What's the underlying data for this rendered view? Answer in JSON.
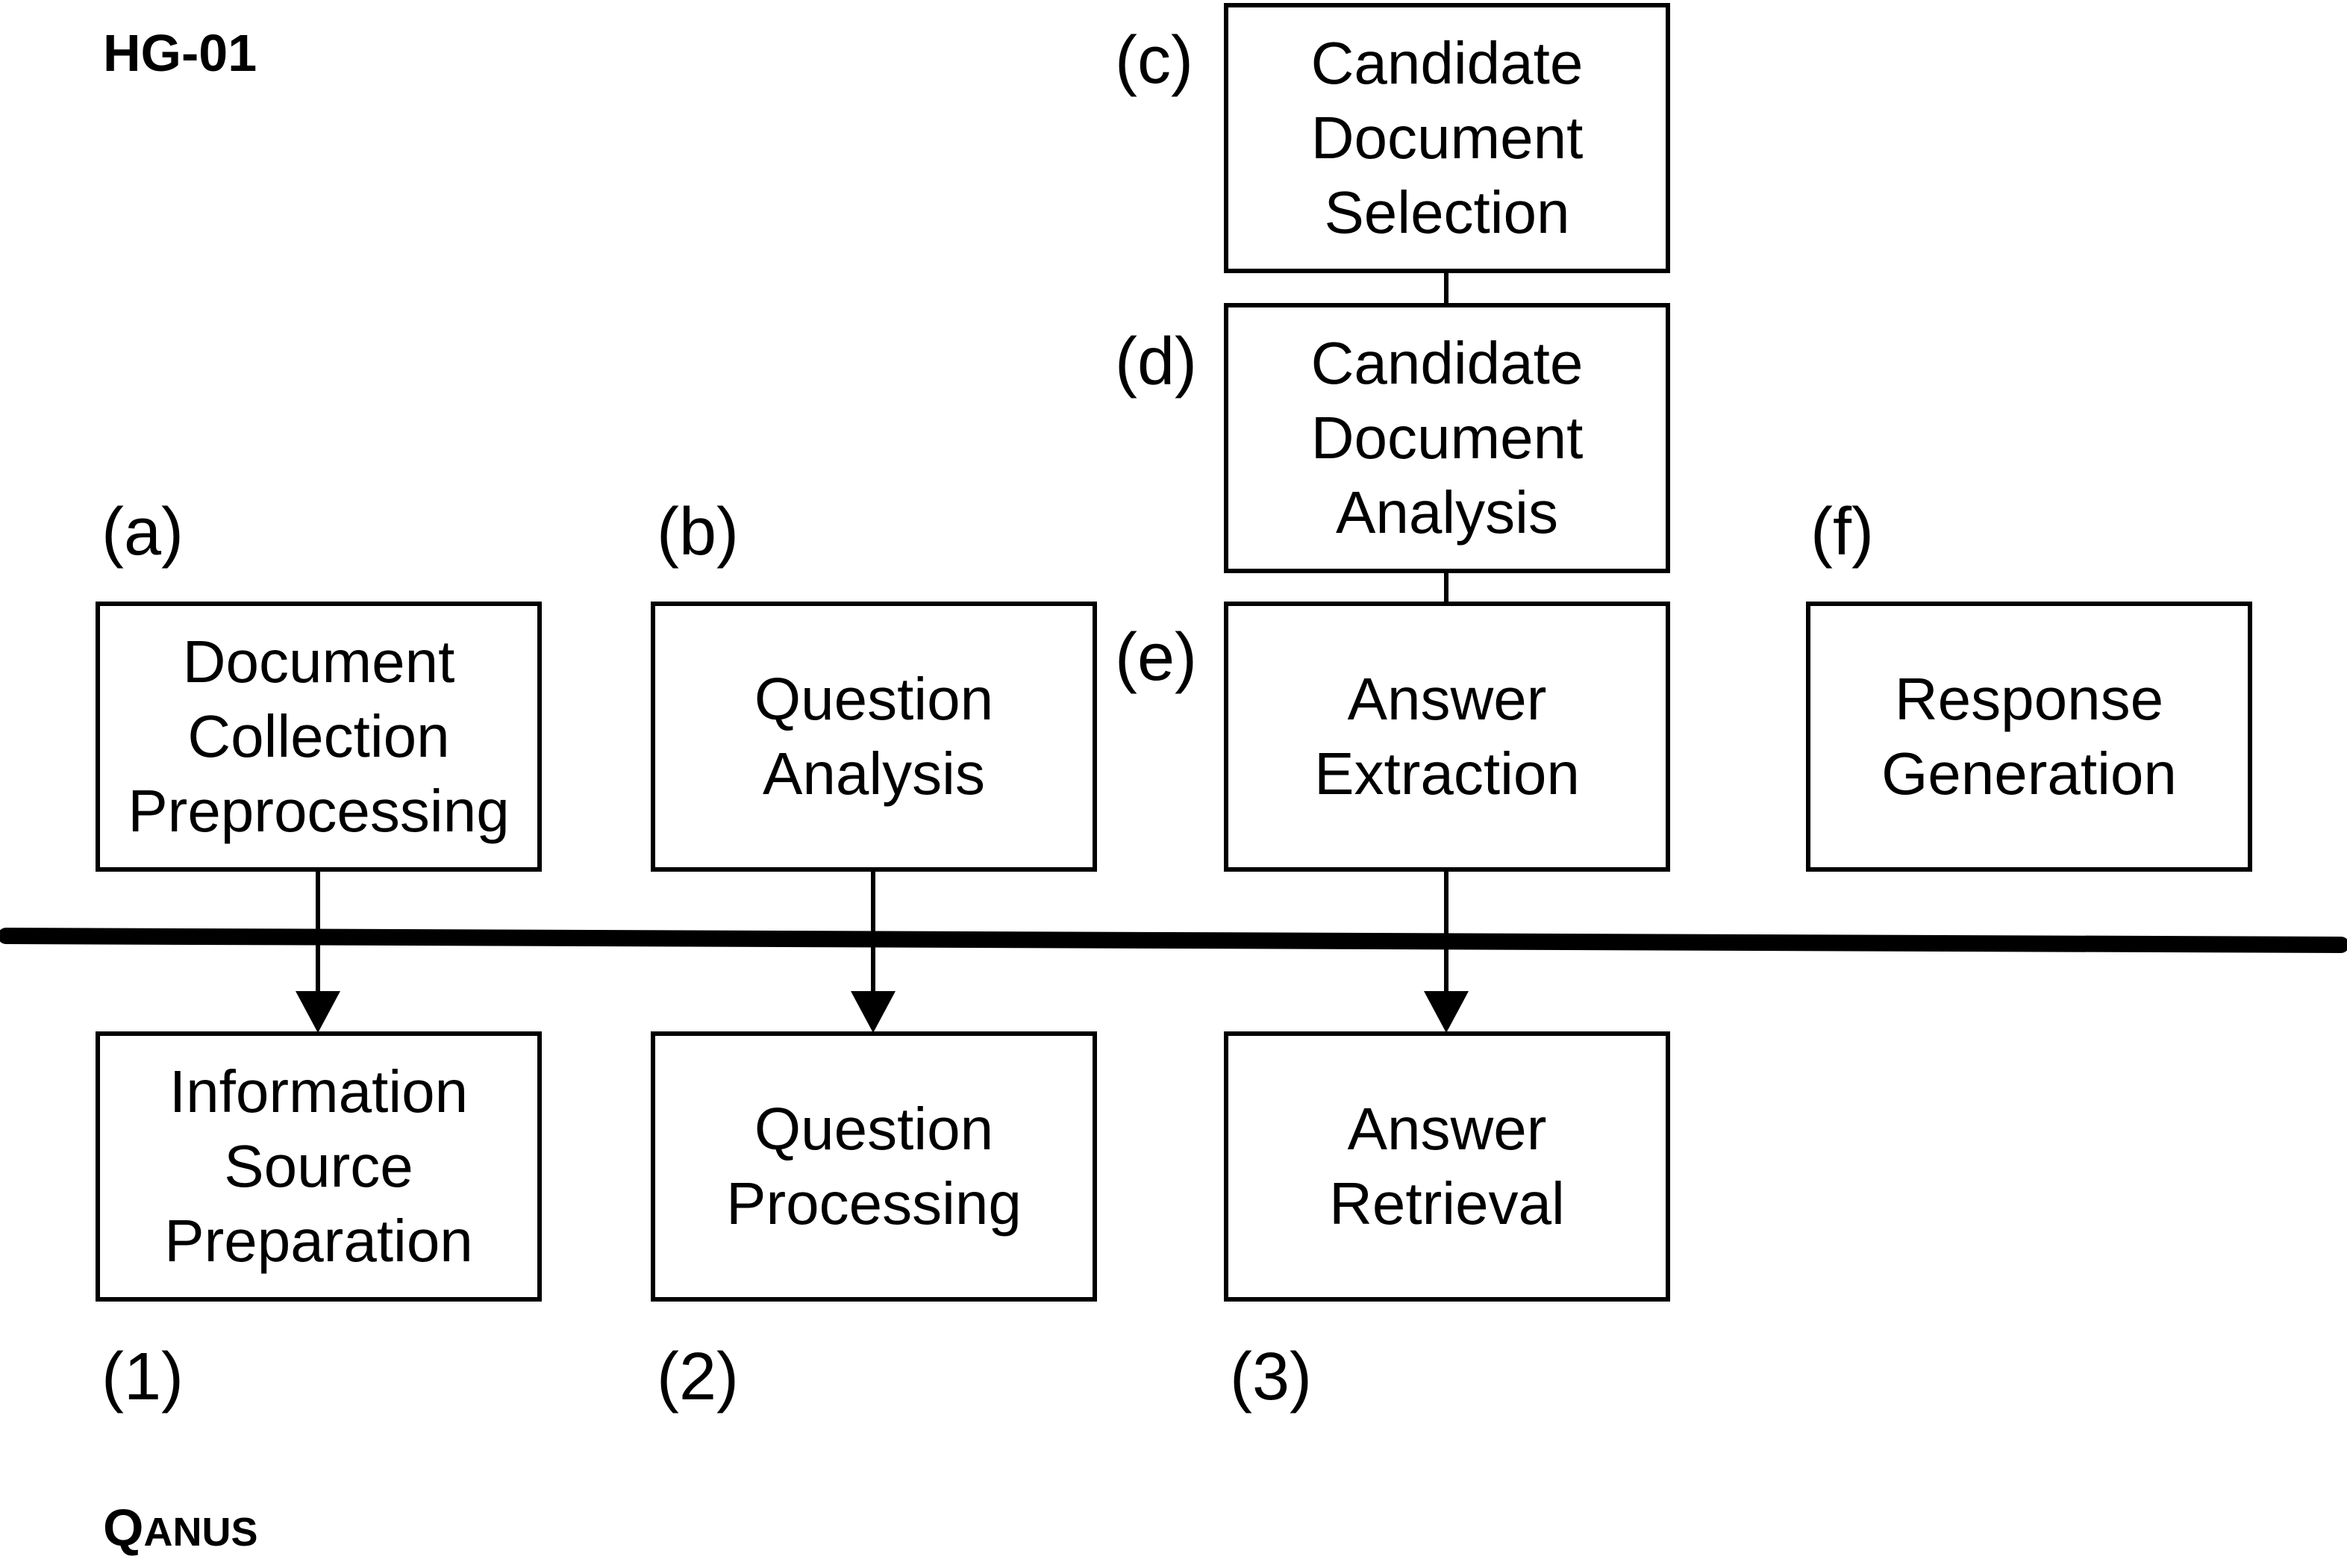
{
  "headings": {
    "top": "HG-01",
    "bottom": "QANUS"
  },
  "upper_stages": [
    {
      "tag": "(a)",
      "label": "Document\nCollection\nPreprocessing"
    },
    {
      "tag": "(b)",
      "label": "Question\nAnalysis"
    },
    {
      "tag": "(c)",
      "label": "Candidate\nDocument\nSelection"
    },
    {
      "tag": "(d)",
      "label": "Candidate\nDocument\nAnalysis"
    },
    {
      "tag": "(e)",
      "label": "Answer\nExtraction"
    },
    {
      "tag": "(f)",
      "label": "Response\nGeneration"
    }
  ],
  "lower_stages": [
    {
      "tag": "(1)",
      "label": "Information\nSource\nPreparation"
    },
    {
      "tag": "(2)",
      "label": "Question\nProcessing"
    },
    {
      "tag": "(3)",
      "label": "Answer\nRetrieval"
    }
  ],
  "colors": {
    "stroke": "#000000",
    "background": "#ffffff"
  }
}
